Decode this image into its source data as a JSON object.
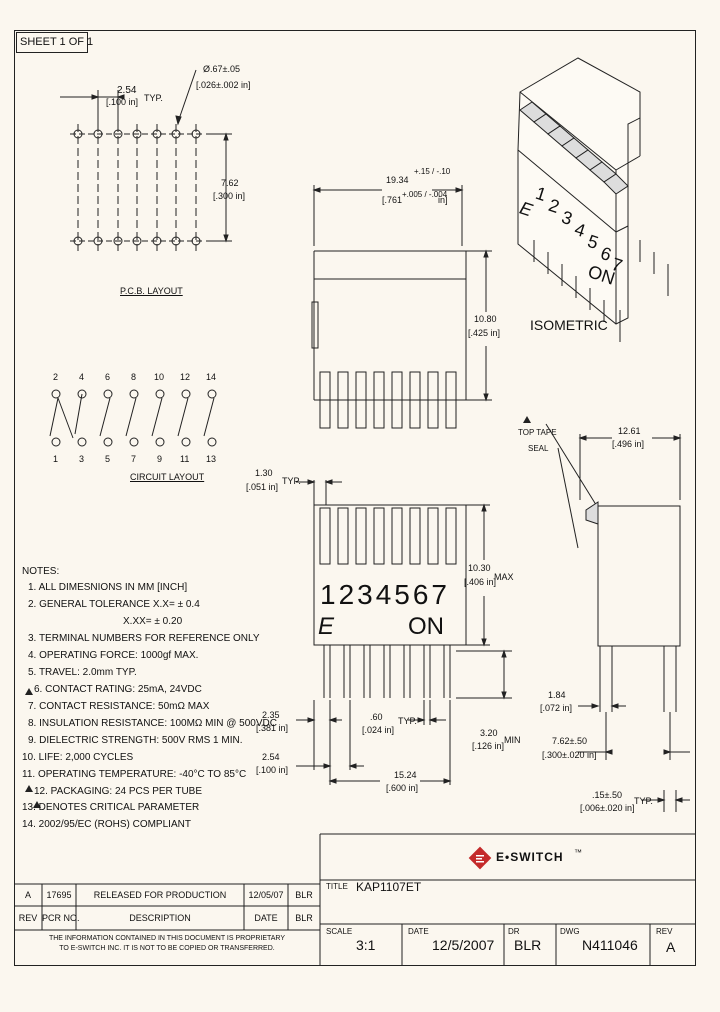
{
  "sheet_label": "SHEET 1 OF 1",
  "pcb": {
    "pitch": "2.54",
    "pitch_in": "[.100 in]",
    "typ": "TYP.",
    "hole_dia": "Ø.67±.05",
    "hole_dia_in": "[.026±.002 in]",
    "row_spacing": "7.62",
    "row_spacing_in": "[.300 in]",
    "title": "P.C.B. LAYOUT"
  },
  "circuit": {
    "top_numbers": [
      "2",
      "4",
      "6",
      "8",
      "10",
      "12",
      "14"
    ],
    "bottom_numbers": [
      "1",
      "3",
      "5",
      "7",
      "9",
      "11",
      "13"
    ],
    "title": "CIRCUIT LAYOUT"
  },
  "top_view": {
    "width": "19.34",
    "width_tol": "+.15 / -.10",
    "width_in": "[.761",
    "width_in_tol": "+.005 / -.004",
    "width_in_unit": "in]",
    "height": "10.80",
    "height_in": "[.425 in]"
  },
  "front_view": {
    "lever": "1.30",
    "lever_in": "[.051 in]",
    "typ": "TYP.",
    "numbers": "1234567",
    "logo_letter": "E",
    "on_label": "ON",
    "height": "10.30",
    "height_in": "[.406 in]",
    "max": "MAX",
    "d1": "2.35",
    "d1_in": "[.381 in]",
    "d2": ".60",
    "d2_in": "[.024 in]",
    "d2_typ": "TYP.",
    "d3": "3.20",
    "d3_in": "[.126 in]",
    "d3_min": "MIN",
    "d4": "2.54",
    "d4_in": "[.100 in]",
    "d5": "15.24",
    "d5_in": "[.600 in]"
  },
  "isometric": {
    "label": "ISOMETRIC",
    "numbers": [
      "1",
      "2",
      "3",
      "4",
      "5",
      "6",
      "7"
    ],
    "logo_letter": "E",
    "on_label": "ON"
  },
  "side_view": {
    "top_tape_1": "TOP TAPE",
    "top_tape_2": "SEAL",
    "width": "12.61",
    "width_in": "[.496 in]",
    "d1": "1.84",
    "d1_in": "[.072 in]",
    "d2": "7.62±.50",
    "d2_in": "[.300±.020 in]",
    "d3": ".15±.50",
    "d3_in": "[.006±.020 in]",
    "typ": "TYP."
  },
  "notes": {
    "heading": "NOTES:",
    "items": [
      {
        "text": "1.  ALL DIMESNIONS IN MM [INCH]",
        "critical": false
      },
      {
        "text": "2.  GENERAL TOLERANCE  X.X= ± 0.4",
        "critical": false
      },
      {
        "text": "X.XX= ± 0.20",
        "critical": false,
        "indent": true
      },
      {
        "text": "3.  TERMINAL NUMBERS FOR REFERENCE ONLY",
        "critical": false
      },
      {
        "text": "4.  OPERATING FORCE: 1000gf MAX.",
        "critical": false
      },
      {
        "text": "5.  TRAVEL: 2.0mm TYP.",
        "critical": false
      },
      {
        "text": "6.  CONTACT RATING: 25mA, 24VDC",
        "critical": true
      },
      {
        "text": "7.  CONTACT RESISTANCE: 50mΩ MAX",
        "critical": false
      },
      {
        "text": "8.  INSULATION RESISTANCE: 100MΩ MIN @ 500VDC",
        "critical": false
      },
      {
        "text": "9.  DIELECTRIC STRENGTH: 500V RMS 1 MIN.",
        "critical": false
      },
      {
        "text": "10.  LIFE: 2,000 CYCLES",
        "critical": false
      },
      {
        "text": "11.  OPERATING TEMPERATURE: -40°C TO 85°C",
        "critical": false
      },
      {
        "text": "12.  PACKAGING: 24 PCS PER TUBE",
        "critical": true
      },
      {
        "text": "13.  DENOTES CRITICAL PARAMETER",
        "critical": true
      },
      {
        "text": "14.  2002/95/EC (ROHS) COMPLIANT",
        "critical": false
      }
    ]
  },
  "revision_table": {
    "row": {
      "rev": "A",
      "pcr": "17695",
      "desc": "RELEASED FOR PRODUCTION",
      "date": "12/05/07",
      "by": "BLR"
    },
    "headers": {
      "rev": "REV",
      "pcr": "PCR NO.",
      "desc": "DESCRIPTION",
      "date": "DATE",
      "by": "BLR"
    },
    "confidential_1": "THE INFORMATION CONTAINED IN THIS DOCUMENT IS PROPRIETARY",
    "confidential_2": "TO E-SWITCH INC. IT IS NOT TO BE COPIED OR TRANSFERRED."
  },
  "title_block": {
    "brand": "E•SWITCH",
    "brand_tm": "™",
    "title_label": "TITLE",
    "title": "KAP1107ET",
    "scale_label": "SCALE",
    "scale": "3:1",
    "date_label": "DATE",
    "date": "12/5/2007",
    "dr_label": "DR",
    "dr": "BLR",
    "dwg_label": "DWG",
    "dwg": "N411046",
    "rev_label": "REV",
    "rev": "A"
  }
}
